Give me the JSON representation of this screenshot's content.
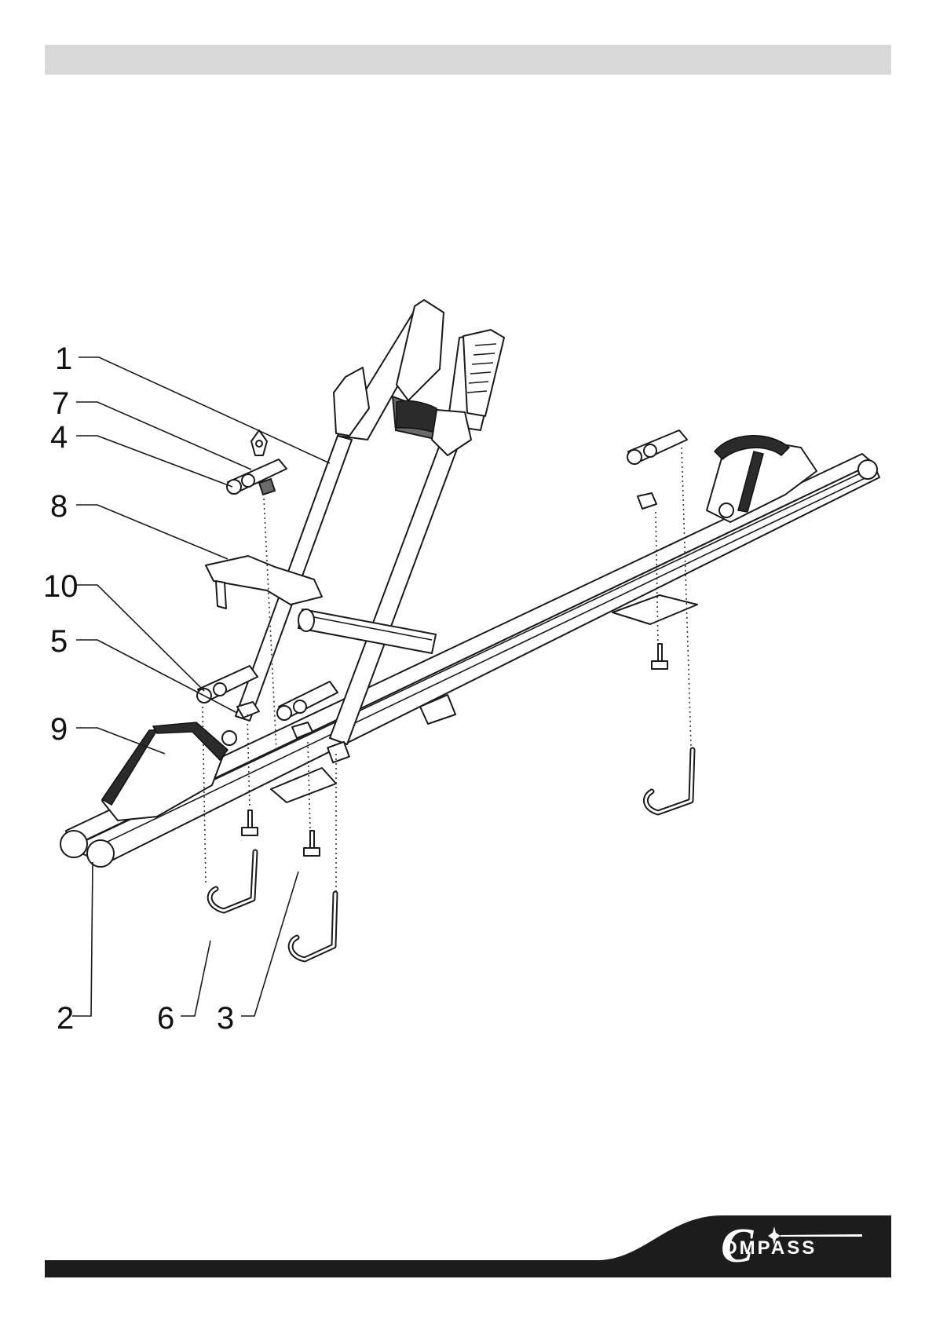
{
  "header": {
    "color": "#d9d9d9"
  },
  "callouts": {
    "c1": "1",
    "c7": "7",
    "c4": "4",
    "c8": "8",
    "c10": "10",
    "c5": "5",
    "c9": "9",
    "c2": "2",
    "c6": "6",
    "c3": "3"
  },
  "logo": {
    "initial": "C",
    "text": "OMPASS",
    "star_icon": "compass-star-icon"
  },
  "footer": {
    "color": "#1c1c1c"
  }
}
